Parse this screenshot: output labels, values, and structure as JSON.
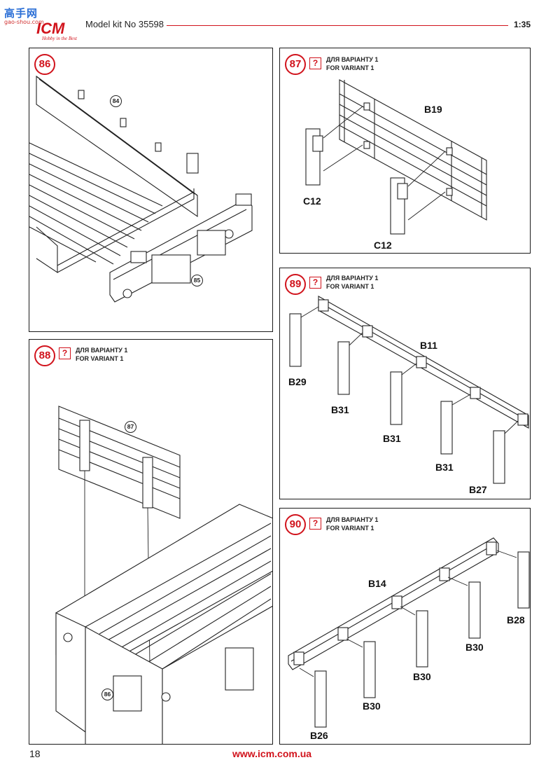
{
  "header": {
    "watermark_top": "高手网",
    "watermark_url": "gao-shou.com",
    "brand_logo": "ICM",
    "brand_tagline": "Hobby in the Best",
    "kit_label": "Model kit No 35598",
    "scale": "1:35"
  },
  "steps": [
    {
      "number": "86",
      "parts": [
        "84",
        "85"
      ]
    },
    {
      "number": "87",
      "question": "?",
      "variant_ua": "ДЛЯ ВАРІАНТУ 1",
      "variant_en": "FOR VARIANT 1",
      "parts": [
        "B19",
        "C12",
        "C12"
      ]
    },
    {
      "number": "88",
      "question": "?",
      "variant_ua": "ДЛЯ ВАРІАНТУ 1",
      "variant_en": "FOR VARIANT 1",
      "parts": [
        "87",
        "86"
      ]
    },
    {
      "number": "89",
      "question": "?",
      "variant_ua": "ДЛЯ ВАРІАНТУ 1",
      "variant_en": "FOR VARIANT 1",
      "parts": [
        "B11",
        "B29",
        "B31",
        "B31",
        "B31",
        "B27"
      ]
    },
    {
      "number": "90",
      "question": "?",
      "variant_ua": "ДЛЯ ВАРІАНТУ 1",
      "variant_en": "FOR VARIANT 1",
      "parts": [
        "B14",
        "B28",
        "B30",
        "B30",
        "B30",
        "B26"
      ]
    }
  ],
  "footer": {
    "page_number": "18",
    "website": "www.icm.com.ua"
  },
  "colors": {
    "accent": "#d1131c",
    "line": "#1a1a1a"
  }
}
